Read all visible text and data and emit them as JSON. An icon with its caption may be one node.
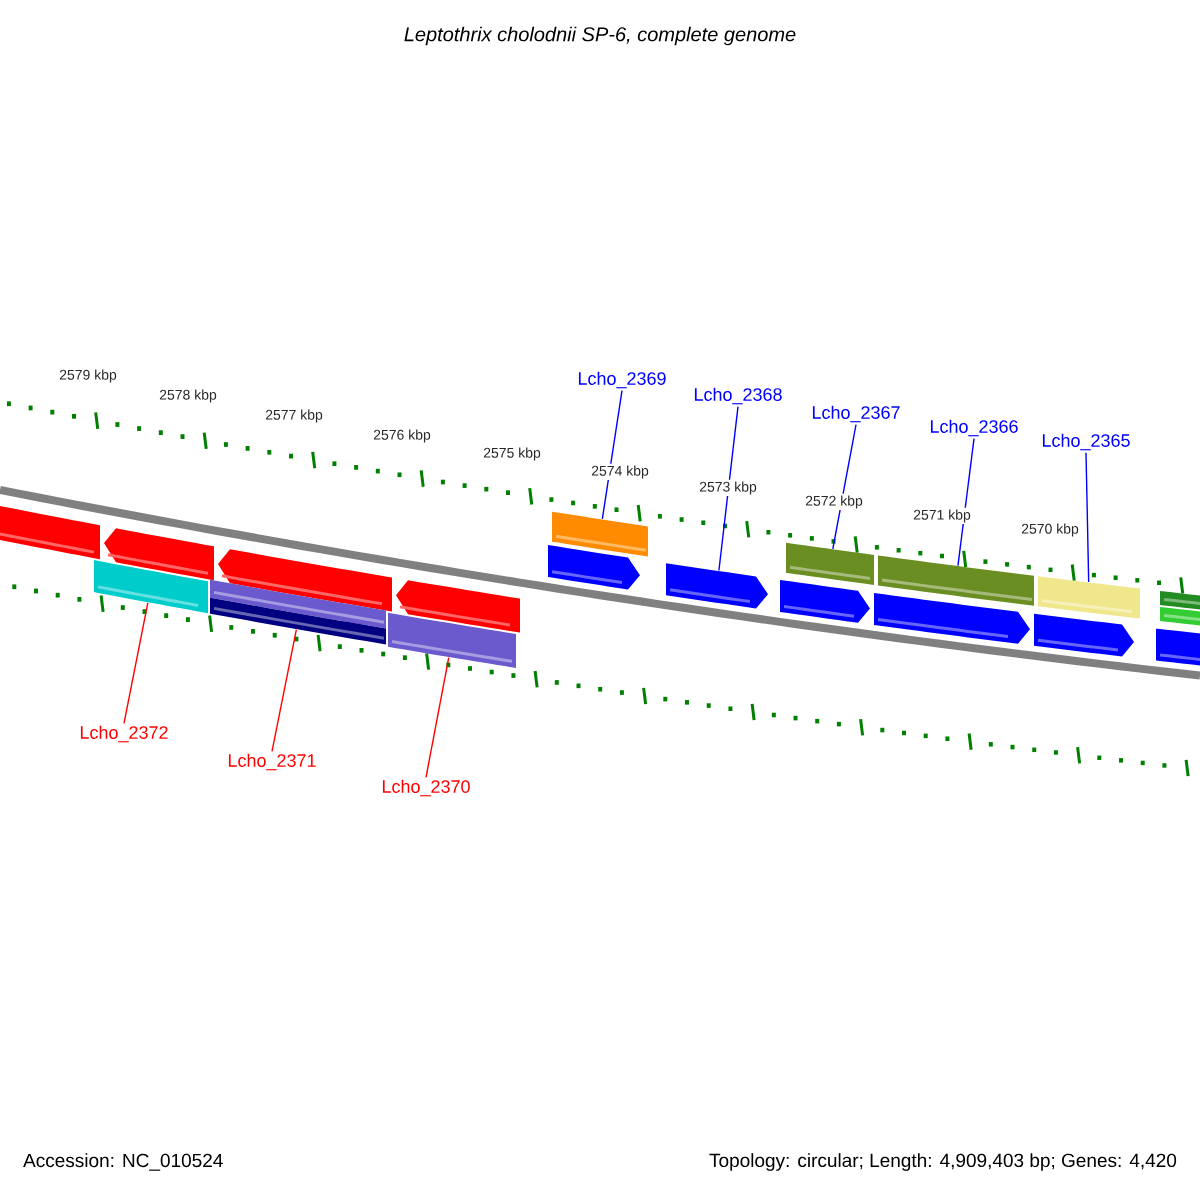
{
  "diagram": {
    "title": "Leptothrix cholodnii SP-6, complete genome",
    "nodes": [
      {
        "text": [
          "Lcho_2369"
        ]
      },
      {
        "text": [
          "Lcho_2368"
        ]
      },
      {
        "text": [
          "Lcho_2367"
        ]
      },
      {
        "text": [
          "Lcho_2366"
        ]
      },
      {
        "text": [
          "Lcho_2365"
        ]
      },
      {
        "text": [
          "Lcho_2372"
        ]
      },
      {
        "text": [
          "Lcho_2371"
        ]
      },
      {
        "text": [
          "Lcho_2370"
        ]
      },
      {
        "text": [],
        "shape": "pentagon"
      },
      {
        "text": [],
        "shape": "pentagon"
      },
      {
        "text": [],
        "shape": "pentagon"
      },
      {
        "text": [],
        "shape": "pentagon"
      },
      {
        "text": [],
        "shape": "pentagon"
      },
      {
        "text": [],
        "shape": "pentagon"
      },
      {
        "text": [],
        "shape": "pentagon"
      },
      {
        "text": [],
        "shape": "pentagon"
      },
      {
        "text": [],
        "shape": "pentagon"
      },
      {
        "text": [],
        "shape": "pentagon"
      },
      {
        "text": [],
        "shape": "box"
      },
      {
        "text": [],
        "shape": "box"
      },
      {
        "text": [],
        "shape": "box"
      },
      {
        "text": [],
        "shape": "box"
      },
      {
        "text": [],
        "shape": "box"
      },
      {
        "text": [],
        "shape": "box"
      },
      {
        "text": [],
        "shape": "box"
      },
      {
        "text": [],
        "shape": "box"
      },
      {
        "text": [],
        "shape": "box"
      },
      {
        "text": [],
        "shape": "box"
      }
    ],
    "edges": [
      {
        "from": 0,
        "to": 22,
        "arrow": "none"
      },
      {
        "from": 1,
        "to": 13,
        "arrow": "none"
      },
      {
        "from": 2,
        "to": 23,
        "arrow": "none"
      },
      {
        "from": 3,
        "to": 24,
        "arrow": "none"
      },
      {
        "from": 4,
        "to": 25,
        "arrow": "none"
      },
      {
        "from": 5,
        "to": 18,
        "arrow": "none",
        "color": "#ff0000"
      },
      {
        "from": 6,
        "to": 20,
        "arrow": "none",
        "color": "#ff0000"
      },
      {
        "from": 7,
        "to": 21,
        "arrow": "none",
        "color": "#ff0000"
      }
    ],
    "labels": [
      "2579 kbp",
      "2578 kbp",
      "2577 kbp",
      "2576 kbp",
      "2575 kbp",
      "2574 kbp",
      "2573 kbp",
      "2572 kbp",
      "2571 kbp",
      "2570 kbp",
      "Accession: NC_010524",
      "Topology: circular; Length: 4,909,403 bp; Genes: 4,420"
    ]
  }
}
